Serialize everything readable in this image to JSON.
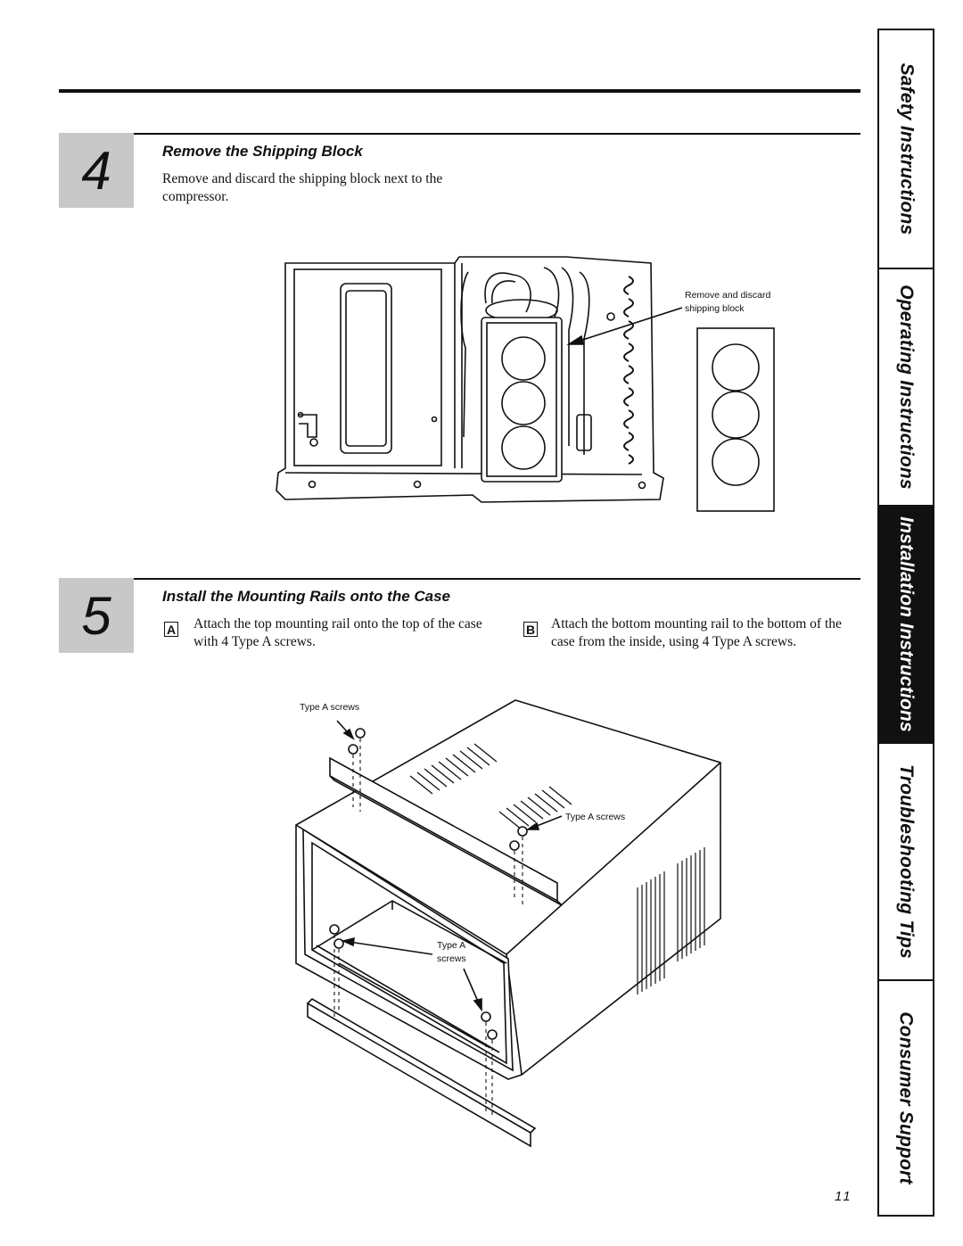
{
  "step4": {
    "number": "4",
    "title": "Remove the Shipping Block",
    "text": "Remove and discard the shipping block next to the compressor.",
    "callout_line1": "Remove and discard",
    "callout_line2": "shipping block"
  },
  "step5": {
    "number": "5",
    "title": "Install the Mounting Rails onto the Case",
    "a_label": "A",
    "a_text": "Attach the top mounting rail onto the top of the case with 4 Type A screws.",
    "b_label": "B",
    "b_text": "Attach the bottom mounting rail to the bottom of the case from the inside, using 4 Type A screws.",
    "callout_top": "Type A screws",
    "callout_right": "Type A screws",
    "callout_bottom_line1": "Type A",
    "callout_bottom_line2": "screws"
  },
  "sidebar": {
    "tabs": [
      {
        "label": "Safety Instructions",
        "active": false
      },
      {
        "label": "Operating Instructions",
        "active": false
      },
      {
        "label": "Installation Instructions",
        "active": true
      },
      {
        "label": "Troubleshooting Tips",
        "active": false
      },
      {
        "label": "Consumer Support",
        "active": false
      }
    ]
  },
  "page_number": "11",
  "colors": {
    "step_box": "#c8c8c8",
    "ink": "#111111",
    "active_tab": "#111111"
  }
}
